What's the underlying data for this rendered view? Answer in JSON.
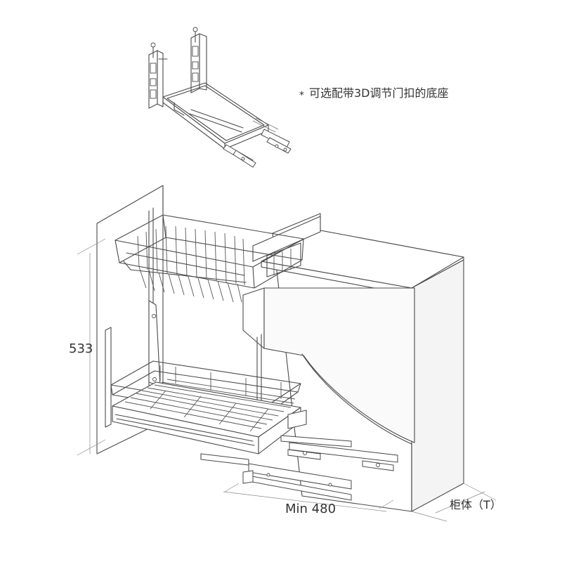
{
  "annotation": {
    "bullet": "*",
    "text": "可选配带3D调节门扣的底座"
  },
  "dimensions": {
    "height": "533",
    "depth": "Min 480",
    "cabinet": "柜体（T）"
  },
  "colors": {
    "line": "#4a4a4a",
    "text": "#333333",
    "background": "#ffffff"
  }
}
